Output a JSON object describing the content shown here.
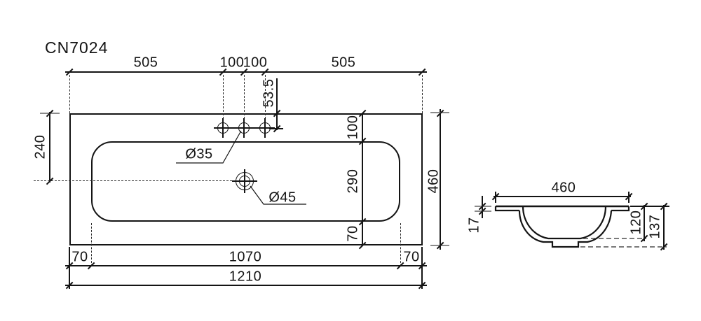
{
  "title": "CN7024",
  "top_view": {
    "width_chain": [
      "505",
      "100",
      "100",
      "505"
    ],
    "hole_setback": "53.5",
    "left_center_offset": "240",
    "depth_chain": [
      "100",
      "290",
      "70"
    ],
    "total_depth": "460",
    "bottom_chain": [
      "70",
      "1070",
      "70"
    ],
    "total_width": "1210",
    "faucet_hole_diameter": "Ø35",
    "drain_diameter": "Ø45"
  },
  "side_view": {
    "bowl_width": "460",
    "rim_thickness": "17",
    "bowl_depth": "120",
    "total_height": "137"
  },
  "colors": {
    "line": "#141414",
    "background": "#ffffff"
  }
}
